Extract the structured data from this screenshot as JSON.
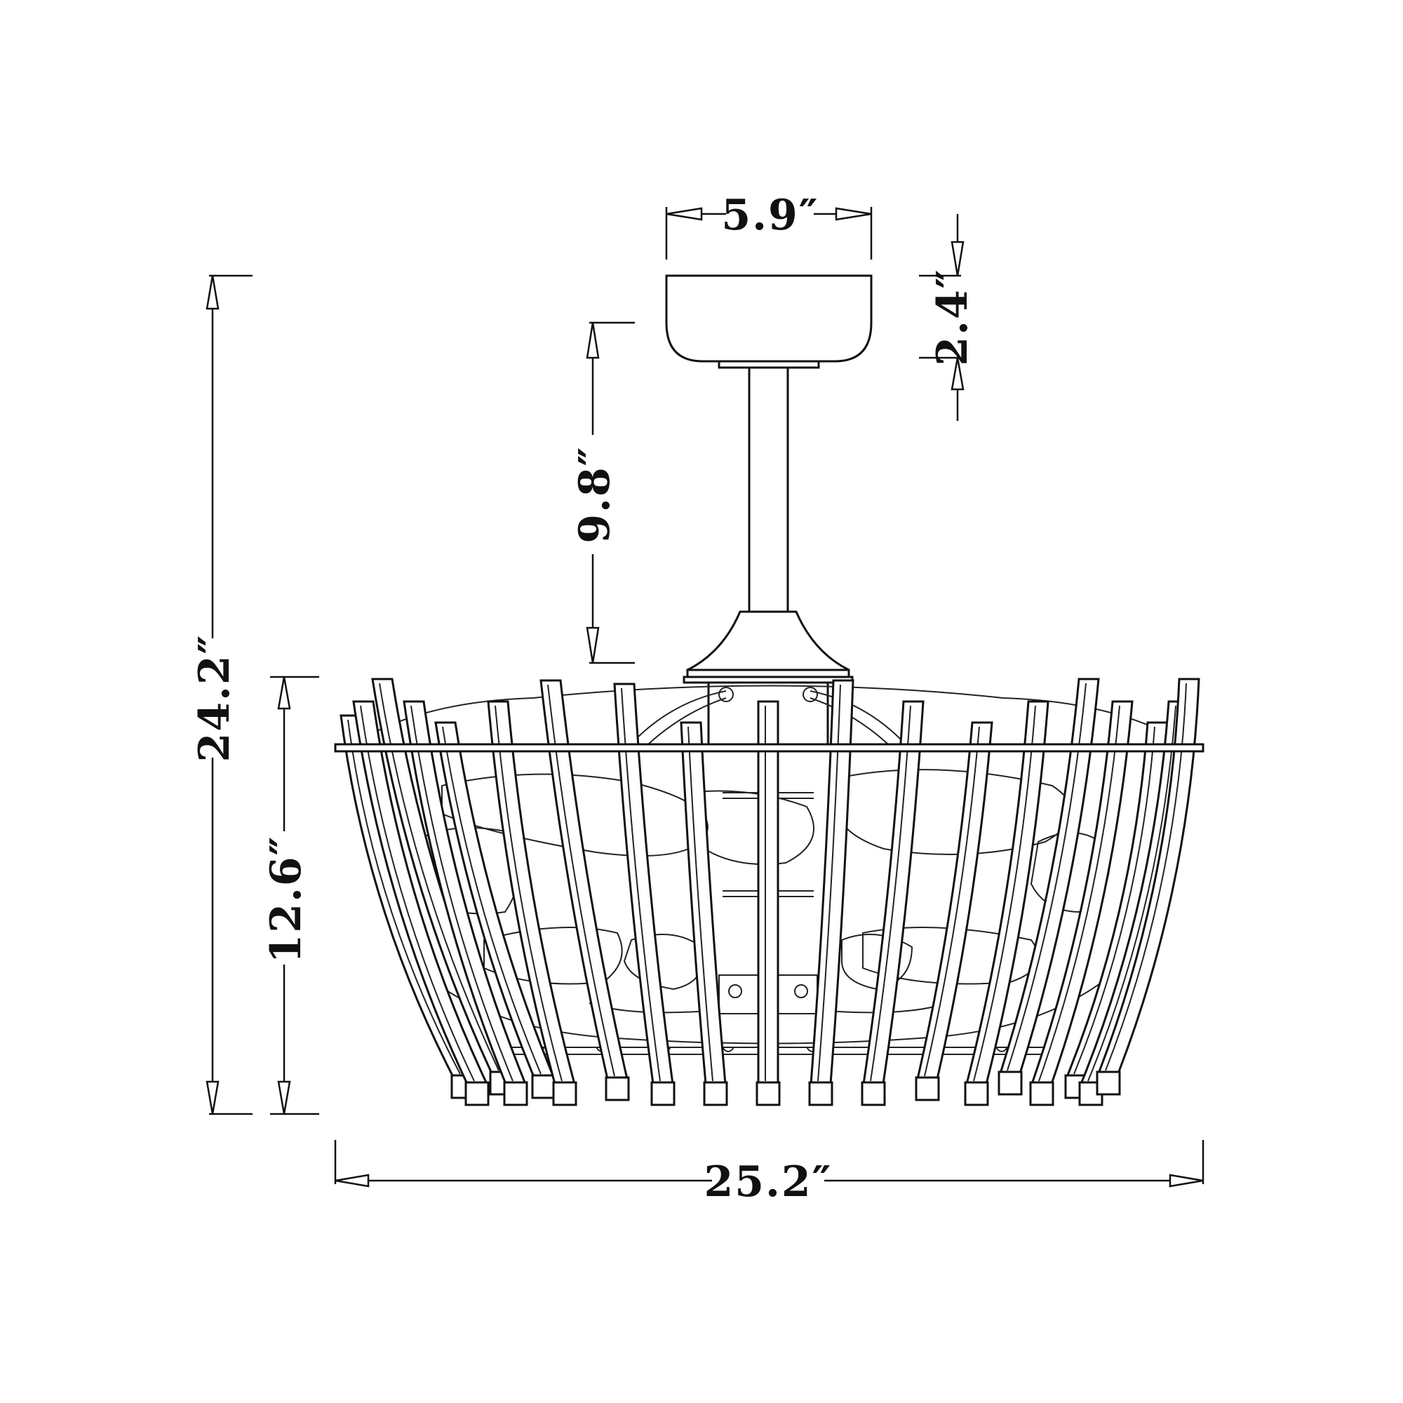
{
  "dimensions": {
    "canopy_width": "5.9″",
    "canopy_height": "2.4″",
    "downrod_length": "9.8″",
    "overall_height": "24.2″",
    "cage_height": "12.6″",
    "cage_width": "25.2″"
  },
  "colors": {
    "line": "#111111",
    "background": "#ffffff"
  }
}
